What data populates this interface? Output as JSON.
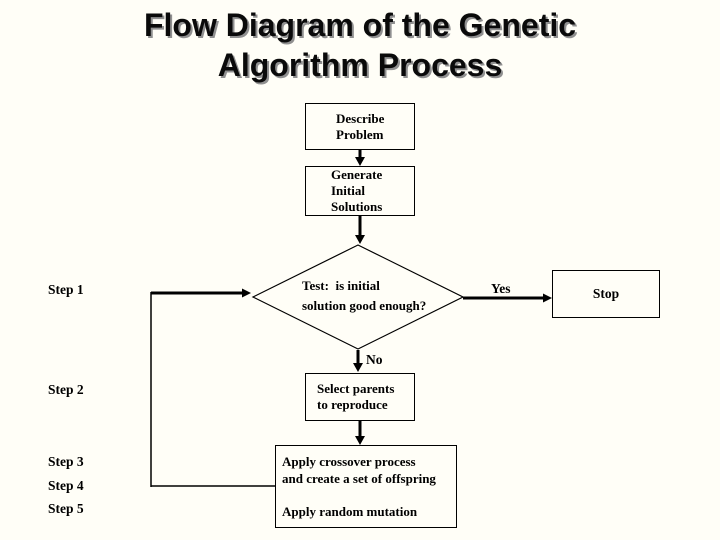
{
  "title": {
    "line1": "Flow Diagram of the Genetic",
    "line2": "Algorithm Process"
  },
  "colors": {
    "background": "#fffef7",
    "text": "#000000",
    "title_shadow": "#909090"
  },
  "step_labels": [
    "Step 1",
    "Step 2",
    "Step 3",
    "Step 4",
    "Step 5"
  ],
  "flowchart": {
    "describe_problem": {
      "line1": "Describe",
      "line2": "Problem"
    },
    "generate_initial": {
      "line1": "Generate",
      "line2": "Initial",
      "line3": "Solutions"
    },
    "test_decision": {
      "line1": "Test:  is initial",
      "line2": "solution good enough?"
    },
    "yes_label": "Yes",
    "no_label": "No",
    "stop": {
      "label": "Stop"
    },
    "select_parents": {
      "line1": "Select parents",
      "line2": "to reproduce"
    },
    "crossover": {
      "line1": "Apply crossover process",
      "line2": "and create a set of offspring"
    },
    "mutation": {
      "label": "Apply random mutation"
    }
  }
}
